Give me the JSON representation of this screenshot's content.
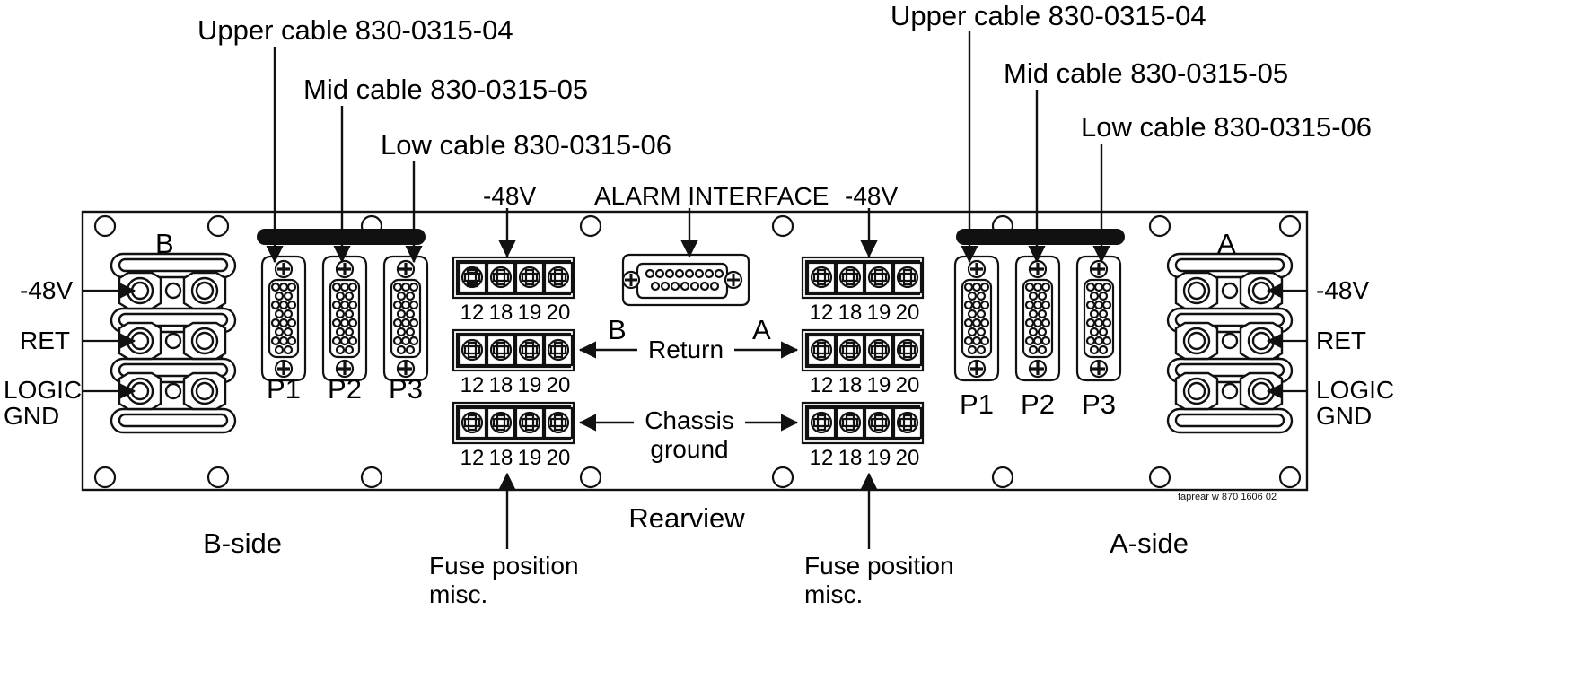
{
  "diagram": {
    "title": "Rearview",
    "fine_print": "faprear w 870 1606 02",
    "side_labels": {
      "left": "B-side",
      "right": "A-side"
    }
  },
  "callouts": {
    "left": [
      {
        "name": "upper-cable",
        "text": "Upper cable 830-0315-04"
      },
      {
        "name": "mid-cable",
        "text": "Mid cable 830-0315-05"
      },
      {
        "name": "low-cable",
        "text": "Low cable 830-0315-06"
      }
    ],
    "right": [
      {
        "name": "upper-cable",
        "text": "Upper cable 830-0315-04"
      },
      {
        "name": "mid-cable",
        "text": "Mid cable 830-0315-05"
      },
      {
        "name": "low-cable",
        "text": "Low cable 830-0315-06"
      }
    ]
  },
  "panel": {
    "alarm_interface": "ALARM INTERFACE",
    "neg48_left": "-48V",
    "neg48_right": "-48V",
    "busbar_left": {
      "group": "B",
      "rows": [
        "-48V",
        "RET",
        "LOGIC\nGND"
      ]
    },
    "busbar_right": {
      "group": "A",
      "rows": [
        "-48V",
        "RET",
        "LOGIC\nGND"
      ]
    },
    "connectors_left": [
      "P1",
      "P2",
      "P3"
    ],
    "connectors_right": [
      "P1",
      "P2",
      "P3"
    ],
    "terminal_numbers": [
      "12",
      "18",
      "19",
      "20"
    ],
    "terminal_groups": {
      "left_letter": "B",
      "right_letter": "A",
      "row_labels": [
        "Return",
        "Chassis\nground"
      ]
    },
    "fuse_note_left": "Fuse position\nmisc.",
    "fuse_note_right": "Fuse position\nmisc."
  },
  "colors": {
    "ink": "#1a1a1a",
    "panel_fill": "#ffffff",
    "cable_bar": "#111111"
  }
}
